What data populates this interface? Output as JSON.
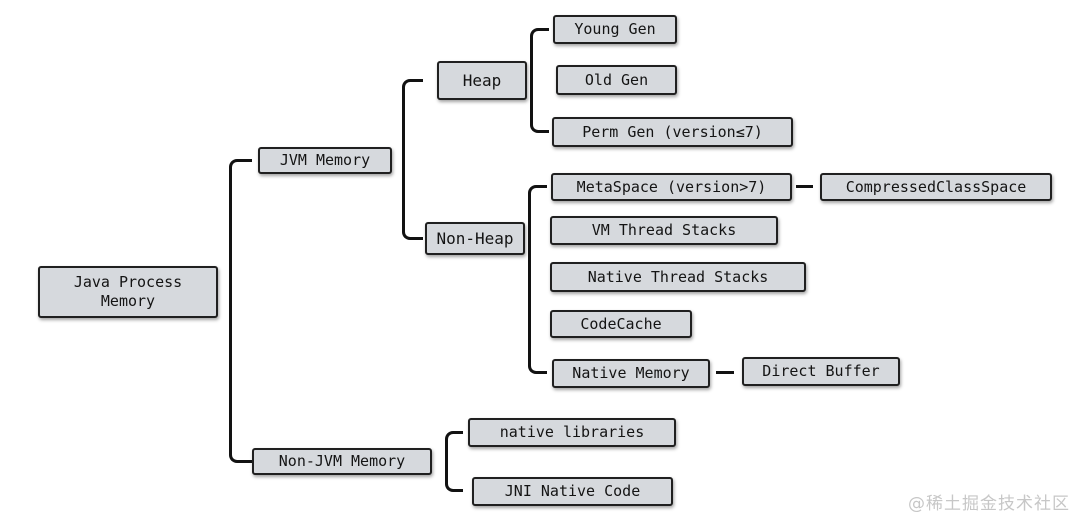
{
  "diagram": {
    "nodes": {
      "root": "Java Process\nMemory",
      "jvm_memory": "JVM Memory",
      "non_jvm_memory": "Non-JVM Memory",
      "heap": "Heap",
      "non_heap": "Non-Heap",
      "young_gen": "Young Gen",
      "old_gen": "Old Gen",
      "perm_gen": "Perm Gen (version≤7)",
      "metaspace": "MetaSpace (version>7)",
      "compressed_class_space": "CompressedClassSpace",
      "vm_thread_stacks": "VM Thread Stacks",
      "native_thread_stacks": "Native Thread Stacks",
      "code_cache": "CodeCache",
      "native_memory": "Native Memory",
      "direct_buffer": "Direct Buffer",
      "native_libraries": "native libraries",
      "jni_native_code": "JNI Native Code"
    },
    "colors": {
      "box_fill": "#d6d9dd",
      "box_border": "#202020",
      "line": "#121212",
      "background": "#ffffff",
      "watermark_text": "#c7c7c7"
    }
  },
  "watermark": "@稀土掘金技术社区"
}
